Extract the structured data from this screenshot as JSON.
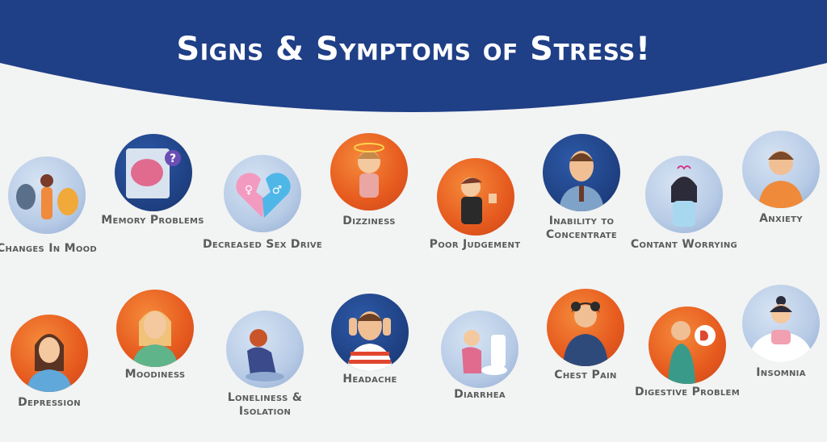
{
  "title": "Signs & Symptoms of Stress!",
  "colors": {
    "banner": "#1f3f86",
    "background": "#f2f3f3",
    "label": "#5b5b5b",
    "orange": "#e65a1e",
    "light_blue": "#b7cbe6",
    "navy": "#1e3f80"
  },
  "symptoms_top": [
    {
      "label": "Changes In Mood",
      "icon": "masks-woman-icon",
      "style": "blue"
    },
    {
      "label": "Memory Problems",
      "icon": "brain-question-icon",
      "style": "navy"
    },
    {
      "label": "Decreased Sex Drive",
      "icon": "broken-heart-gender-icon",
      "style": "blue"
    },
    {
      "label": "Dizziness",
      "icon": "dizzy-girl-icon",
      "style": "orange"
    },
    {
      "label": "Poor Judgement",
      "icon": "thumbs-down-woman-icon",
      "style": "orange"
    },
    {
      "label": "Inability to Concentrate",
      "icon": "tired-man-icon",
      "style": "navy"
    },
    {
      "label": "Contant Worrying",
      "icon": "worried-woman-icon",
      "style": "blue"
    },
    {
      "label": "Anxiety",
      "icon": "anxious-man-icon",
      "style": "blue"
    }
  ],
  "symptoms_bottom": [
    {
      "label": "Depression",
      "icon": "sad-woman-icon",
      "style": "orange"
    },
    {
      "label": "Moodiness",
      "icon": "moody-woman-icon",
      "style": "orange"
    },
    {
      "label": "Loneliness & Isolation",
      "icon": "lonely-person-icon",
      "style": "blue"
    },
    {
      "label": "Headache",
      "icon": "headache-man-icon",
      "style": "navy"
    },
    {
      "label": "Diarrhea",
      "icon": "toilet-girl-icon",
      "style": "blue"
    },
    {
      "label": "Chest Pain",
      "icon": "chest-pain-man-icon",
      "style": "orange"
    },
    {
      "label": "Digestive Problem",
      "icon": "stomach-icon",
      "style": "orange"
    },
    {
      "label": "Insomnia",
      "icon": "sleepless-woman-icon",
      "style": "blue"
    }
  ]
}
